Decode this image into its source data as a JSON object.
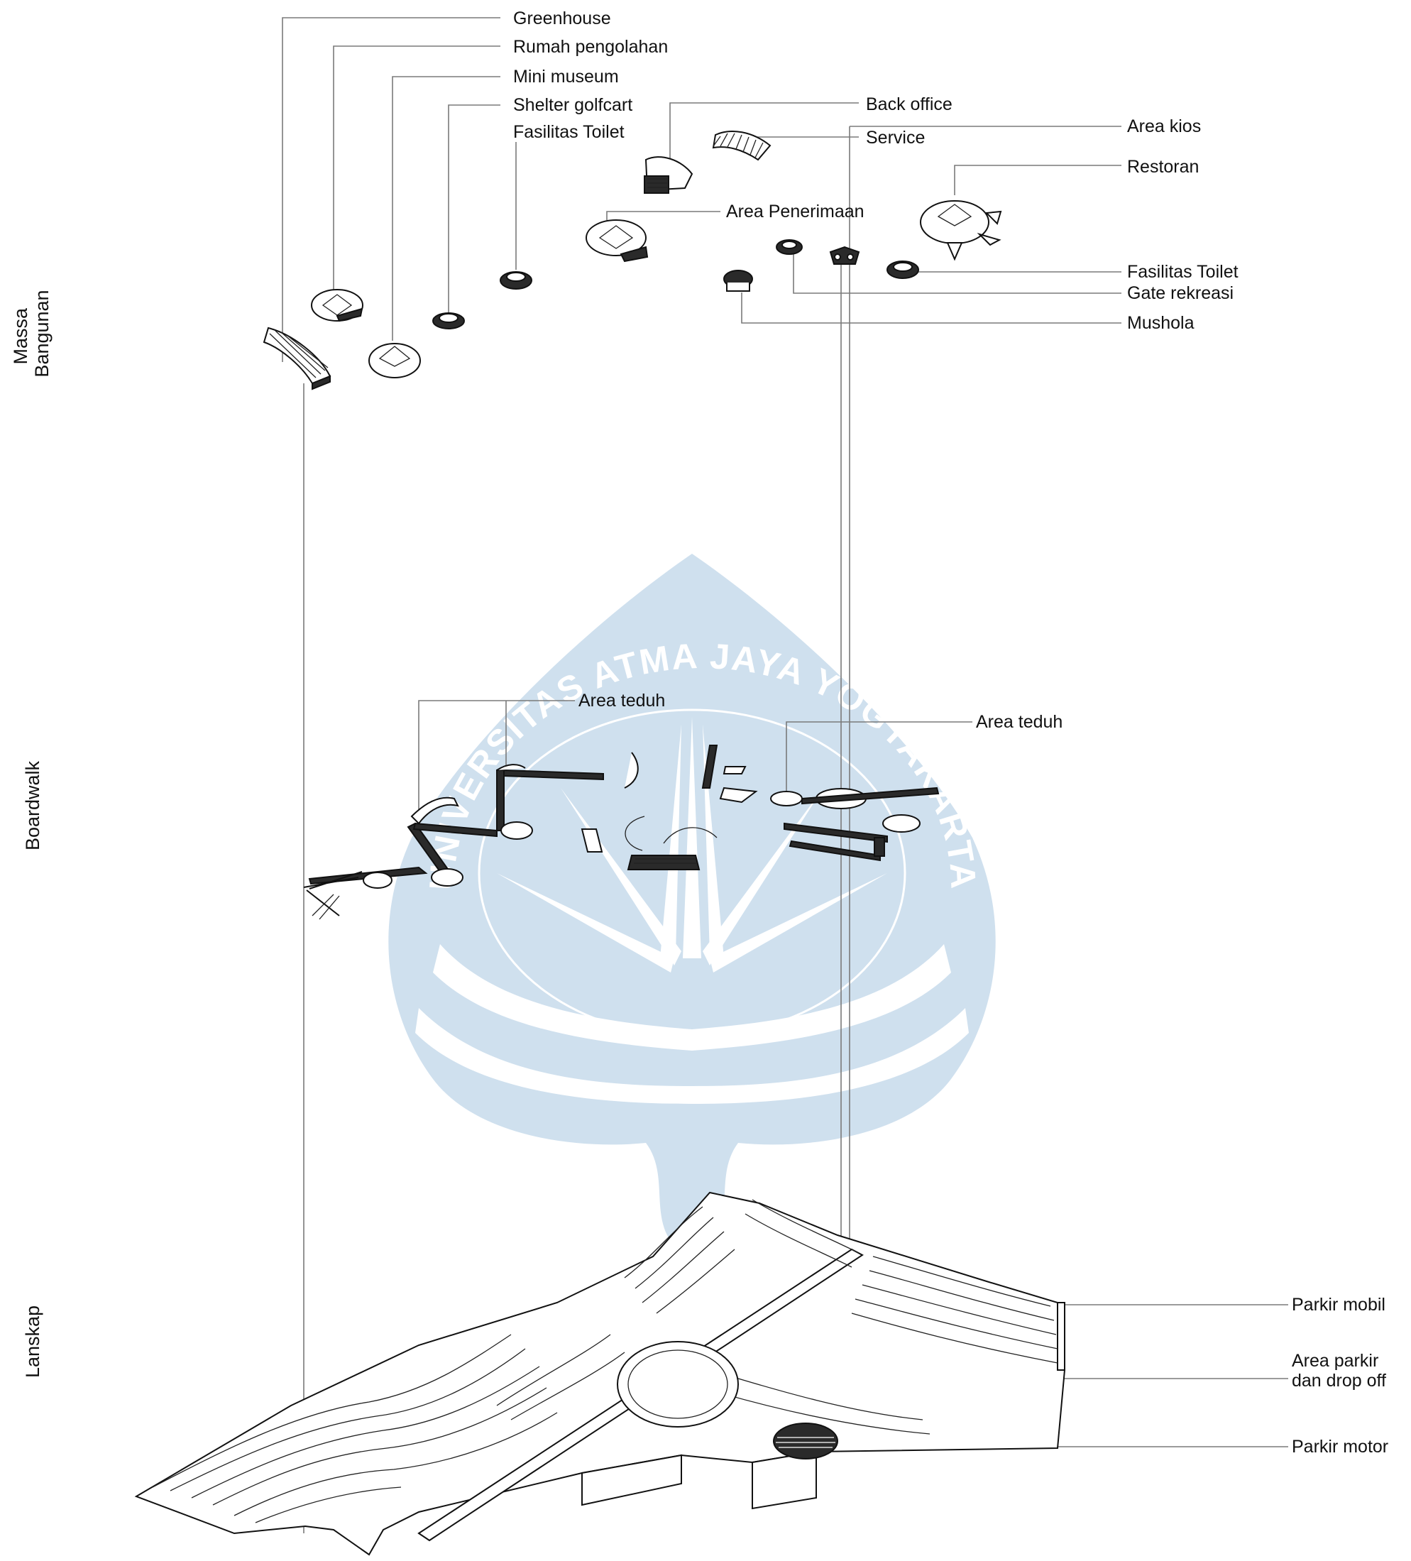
{
  "sections": {
    "massa": [
      "Massa",
      "Bangunan"
    ],
    "boardwalk": "Boardwalk",
    "lanskap": "Lanskap"
  },
  "labels": {
    "greenhouse": "Greenhouse",
    "rumah_pengolahan": "Rumah pengolahan",
    "mini_museum": "Mini museum",
    "shelter_golfcart": "Shelter golfcart",
    "fasilitas_toilet_left": "Fasilitas Toilet",
    "back_office": "Back office",
    "service": "Service",
    "area_kios": "Area kios",
    "restoran": "Restoran",
    "area_penerimaan": "Area Penerimaan",
    "fasilitas_toilet_right": "Fasilitas Toilet",
    "gate_rekreasi": "Gate rekreasi",
    "mushola": "Mushola",
    "area_teduh_left": "Area teduh",
    "area_teduh_right": "Area teduh",
    "parkir_mobil": "Parkir mobil",
    "area_parkir": [
      "Area parkir",
      "dan drop off"
    ],
    "parkir_motor": "Parkir motor"
  },
  "watermark": {
    "text": "UNIVERSITAS ATMA JAYA YOGYAKARTA",
    "color": "#cfe0ee"
  },
  "colors": {
    "ink": "#111111",
    "leader": "#7a7a7a"
  }
}
